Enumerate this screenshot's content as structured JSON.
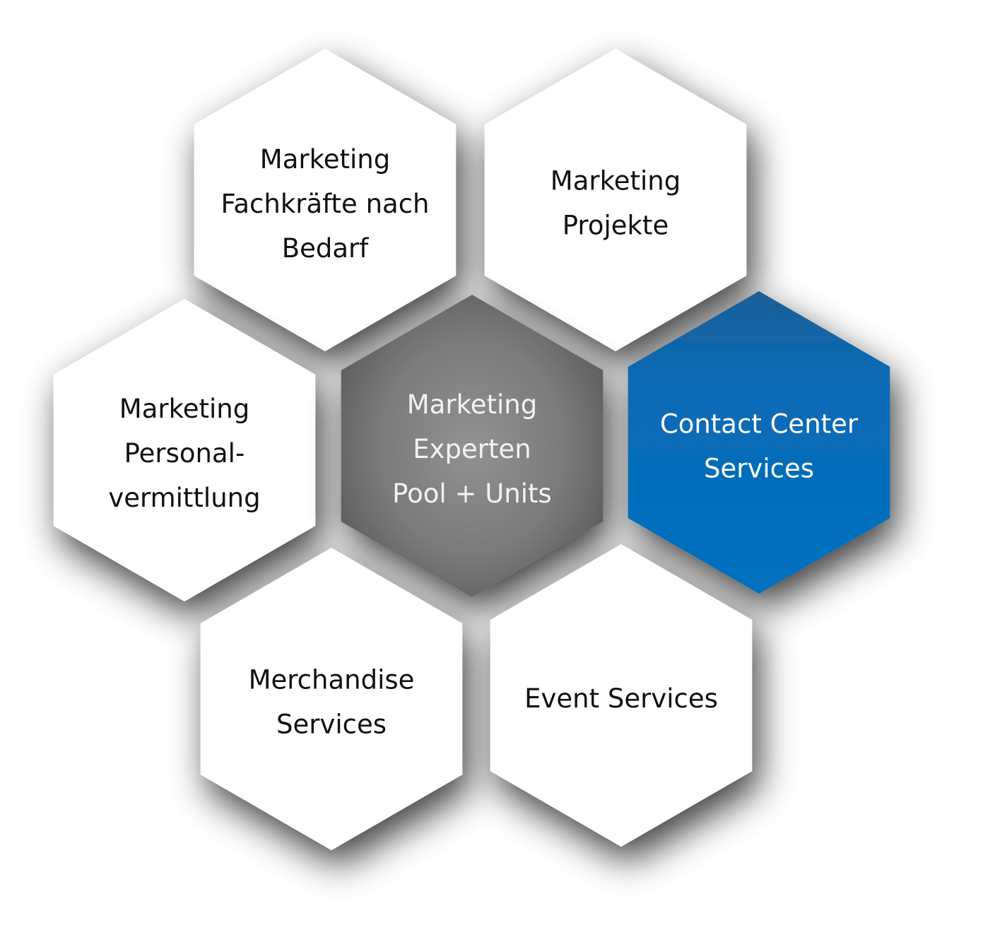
{
  "colors": {
    "background": "#ffffff",
    "tile_light": "#ffffff",
    "tile_light_text": "#111111",
    "center_dark": "#5e5e5e",
    "center_light": "#8f8f8f",
    "center_text": "#f2f2f2",
    "accent_blue": "#0070c0",
    "accent_blue_dark": "#1b5d93",
    "accent_text": "#ffffff",
    "shadow": "#7a7a7a"
  },
  "hexes": [
    {
      "id": "fachkraefte",
      "icon": "hexagon",
      "style": "light",
      "lines": [
        "Marketing",
        "Fachkräfte nach",
        "Bedarf"
      ]
    },
    {
      "id": "projekte",
      "icon": "hexagon",
      "style": "light",
      "lines": [
        "Marketing",
        "Projekte"
      ]
    },
    {
      "id": "personalvermittlung",
      "icon": "hexagon",
      "style": "light",
      "lines": [
        "Marketing",
        "Personal-",
        "vermittlung"
      ]
    },
    {
      "id": "experten-pool",
      "icon": "hexagon",
      "style": "center",
      "lines": [
        "Marketing",
        "Experten",
        "Pool + Units"
      ]
    },
    {
      "id": "contact-center",
      "icon": "hexagon",
      "style": "accent",
      "lines": [
        "Contact Center",
        "Services"
      ]
    },
    {
      "id": "merchandise",
      "icon": "hexagon",
      "style": "light",
      "lines": [
        "Merchandise",
        "Services"
      ]
    },
    {
      "id": "event-services",
      "icon": "hexagon",
      "style": "light",
      "lines": [
        "Event Services"
      ]
    }
  ]
}
